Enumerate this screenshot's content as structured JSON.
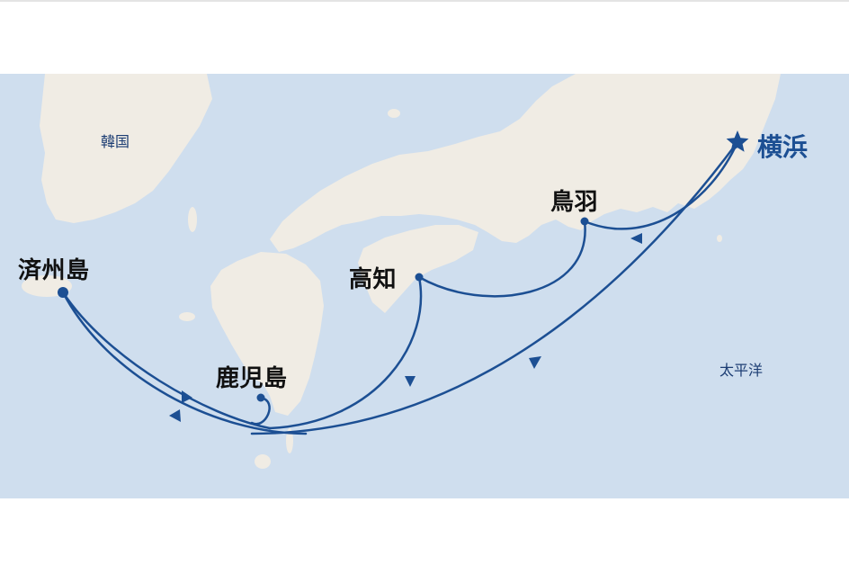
{
  "map": {
    "colors": {
      "sea": "#cfdeee",
      "land": "#f0ece4",
      "route": "#1c4f93",
      "port_text": "#111111",
      "home_text": "#1c4f93"
    },
    "departure_port": {
      "name": "横浜",
      "marker": "star-icon"
    },
    "ports": [
      {
        "name": "鳥羽"
      },
      {
        "name": "高知"
      },
      {
        "name": "鹿児島"
      },
      {
        "name": "済州島"
      }
    ],
    "regions": {
      "korea": "韓国",
      "pacific": "太平洋"
    }
  }
}
